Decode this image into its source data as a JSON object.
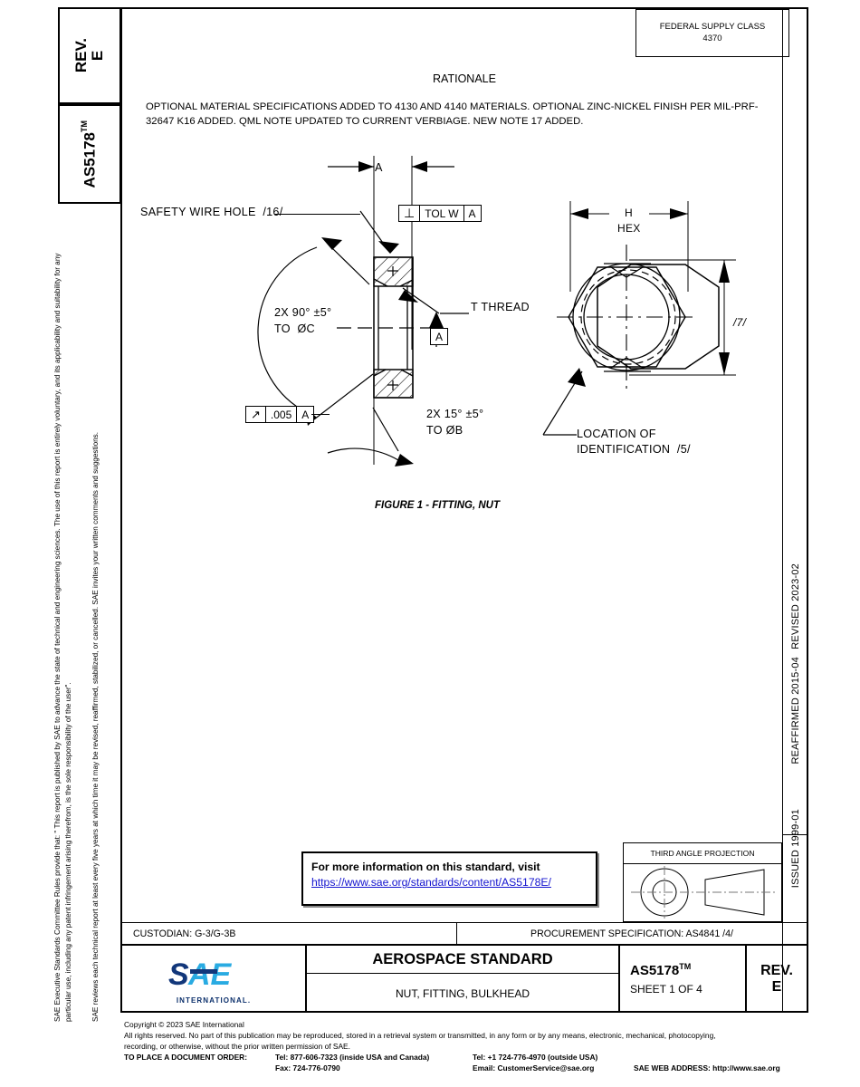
{
  "rev_box": {
    "label": "REV.",
    "value": "E"
  },
  "std_box": {
    "label": "AS5178",
    "tm": "TM"
  },
  "federal_supply_class": {
    "label": "FEDERAL SUPPLY CLASS",
    "value": "4370"
  },
  "rationale": {
    "title": "RATIONALE",
    "body": "OPTIONAL MATERIAL SPECIFICATIONS ADDED TO 4130 AND 4140 MATERIALS. OPTIONAL ZINC-NICKEL FINISH PER MIL-PRF-32647 K16 ADDED. QML NOTE UPDATED TO CURRENT VERBIAGE. NEW NOTE 17 ADDED."
  },
  "legal": {
    "paragraph_1": "SAE Executive Standards Committee Rules provide that: \" This report is published by SAE to advance the state of technical and engineering sciences. The use of this report is entirely voluntary, and its applicability and suitability for any particular use, including any patent infringement arising therefrom, is the sole responsibility of the user\".",
    "paragraph_2": "SAE reviews each technical report at least every five years at which time it may be revised, reaffirmed, stabilized, or cancelled. SAE invites your written comments and suggestions."
  },
  "dates": {
    "issued": "ISSUED 1999-01",
    "reaffirmed": "REAFFIRMED 2015-04",
    "revised": "REVISED 2023-02"
  },
  "drawing": {
    "figure_caption": "FIGURE 1 - FITTING, NUT",
    "dim_a": "A",
    "safety_wire_hole": "SAFETY WIRE HOLE  /16/",
    "angle_90": "2X 90° ±5°",
    "angle_90_to": "TO  ØC",
    "angle_15": "2X 15° ±5°",
    "angle_15_to": "TO ØB",
    "t_thread": "T THREAD",
    "datum_a": "A",
    "fcf_perp": {
      "symbol": "⊥",
      "tol": "TOL W",
      "datum": "A"
    },
    "fcf_profile": {
      "symbol": "↗",
      "tol": ".005",
      "datum": "A"
    },
    "hex_h": "H",
    "hex_label": "HEX",
    "note_7": "/7/",
    "location_id_line1": "LOCATION OF",
    "location_id_line2": "IDENTIFICATION  /5/"
  },
  "url_box": {
    "line1": "For more information on this standard, visit",
    "line2": "https://www.sae.org/standards/content/AS5178E/"
  },
  "third_angle": {
    "label": "THIRD ANGLE PROJECTION"
  },
  "custodian_row": {
    "custodian": "CUSTODIAN: G-3/G-3B",
    "procurement": "PROCUREMENT SPECIFICATION: AS4841 /4/"
  },
  "title_block": {
    "logo_text": "SAE",
    "logo_subtext": "INTERNATIONAL",
    "standard_type": "AEROSPACE STANDARD",
    "part_title": "NUT, FITTING, BULKHEAD",
    "doc_number": "AS5178",
    "doc_number_tm": "TM",
    "sheet": "SHEET 1 OF 4",
    "rev_label": "REV.",
    "rev_value": "E"
  },
  "footer": {
    "copyright": "Copyright © 2023 SAE International",
    "rights_line1": "All rights reserved. No part of this publication may be reproduced, stored in a retrieval system or transmitted, in any form or by any means, electronic, mechanical, photocopying,",
    "rights_line2": "recording, or otherwise, without the prior written permission of SAE.",
    "order_label": "TO PLACE A DOCUMENT ORDER:",
    "tel_inside": "Tel: 877-606-7323 (inside USA and Canada)",
    "fax": "Fax: 724-776-0790",
    "tel_outside": "Tel: +1 724-776-4970 (outside USA)",
    "email": "Email: CustomerService@sae.org",
    "web": "SAE WEB ADDRESS: http://www.sae.org"
  },
  "colors": {
    "link": "#1414cf",
    "logo_dark": "#12377a",
    "logo_light": "#29abe2"
  }
}
